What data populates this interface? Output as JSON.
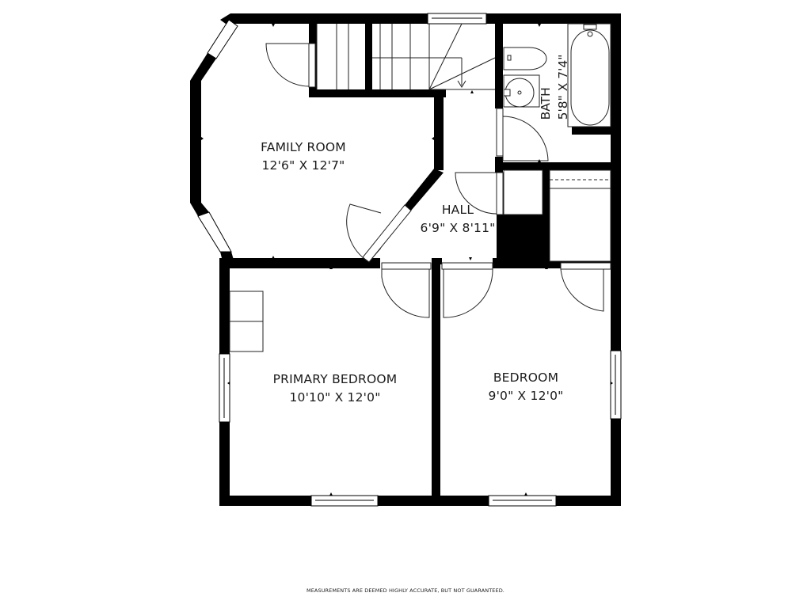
{
  "floor_plan": {
    "rooms": [
      {
        "id": "family-room",
        "name": "FAMILY ROOM",
        "dimensions": "12'6\" X 12'7\""
      },
      {
        "id": "hall",
        "name": "HALL",
        "dimensions": "6'9\" X 8'11\""
      },
      {
        "id": "bath",
        "name": "BATH",
        "dimensions": "5'8\" X 7'4\""
      },
      {
        "id": "primary-bedroom",
        "name": "PRIMARY BEDROOM",
        "dimensions": "10'10\" X 12'0\""
      },
      {
        "id": "bedroom",
        "name": "BEDROOM",
        "dimensions": "9'0\" X 12'0\""
      }
    ],
    "colors": {
      "wall": "#000000",
      "background": "#ffffff",
      "line": "#333333"
    }
  },
  "footer": {
    "disclaimer": "MEASUREMENTS ARE DEEMED HIGHLY ACCURATE, BUT NOT GUARANTEED."
  }
}
